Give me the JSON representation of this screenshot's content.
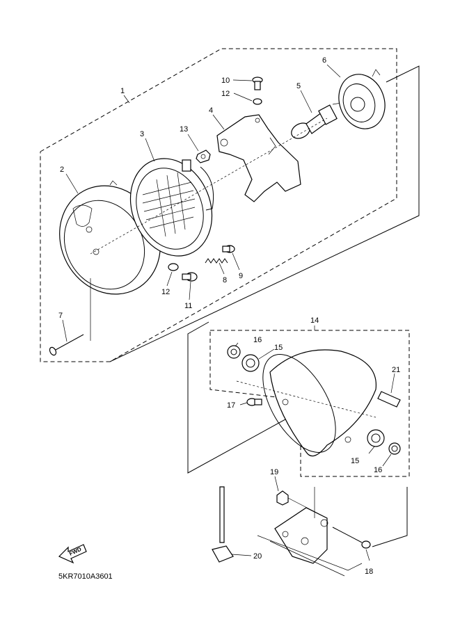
{
  "drawing_code": "5KR7010A3601",
  "fwd_label": "FWD",
  "callouts": {
    "p1": "1",
    "p2": "2",
    "p3": "3",
    "p4": "4",
    "p5": "5",
    "p6": "6",
    "p7": "7",
    "p8": "8",
    "p9": "9",
    "p10": "10",
    "p11": "11",
    "p12a": "12",
    "p12b": "12",
    "p13": "13",
    "p14": "14",
    "p15a": "15",
    "p15b": "15",
    "p16a": "16",
    "p16b": "16",
    "p17": "17",
    "p18": "18",
    "p19": "19",
    "p20": "20",
    "p21": "21"
  }
}
